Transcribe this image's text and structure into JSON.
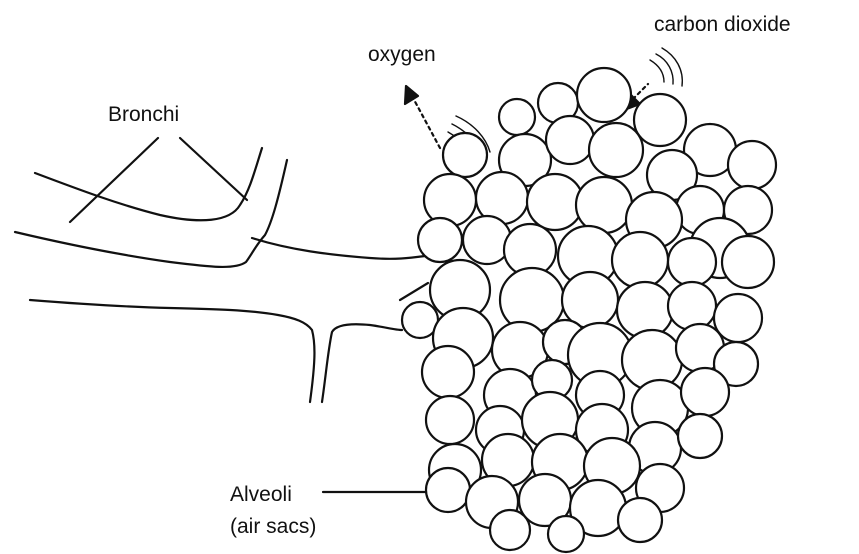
{
  "labels": {
    "bronchi": "Bronchi",
    "oxygen": "oxygen",
    "carbon_dioxide": "carbon dioxide",
    "alveoli": "Alveoli",
    "alveoli_sub": "(air sacs)"
  },
  "colors": {
    "ink": "#111111",
    "background": "#ffffff"
  }
}
